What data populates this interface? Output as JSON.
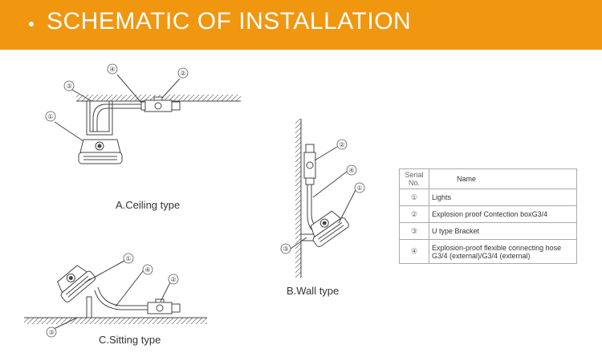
{
  "banner": {
    "title": "SCHEMATIC OF INSTALLATION"
  },
  "captions": {
    "ceiling": "A.Ceiling type",
    "wall": "B.Wall type",
    "sitting": "C.Sitting type"
  },
  "callout_numbers": [
    "①",
    "②",
    "③",
    "④"
  ],
  "legend": {
    "header_serial_line1": "Serial",
    "header_serial_line2": "No.",
    "header_name": "Name",
    "rows": [
      {
        "no": "①",
        "name": "Lights"
      },
      {
        "no": "②",
        "name": "Explosion proof Contection boxG3/4"
      },
      {
        "no": "③",
        "name": "U type Bracket"
      },
      {
        "no": "④",
        "name": "Explosion-proof flexible connecting hose G3/4 (external)/G3/4 (external)"
      }
    ]
  },
  "colors": {
    "banner": "#f0960f",
    "line": "#444444"
  }
}
